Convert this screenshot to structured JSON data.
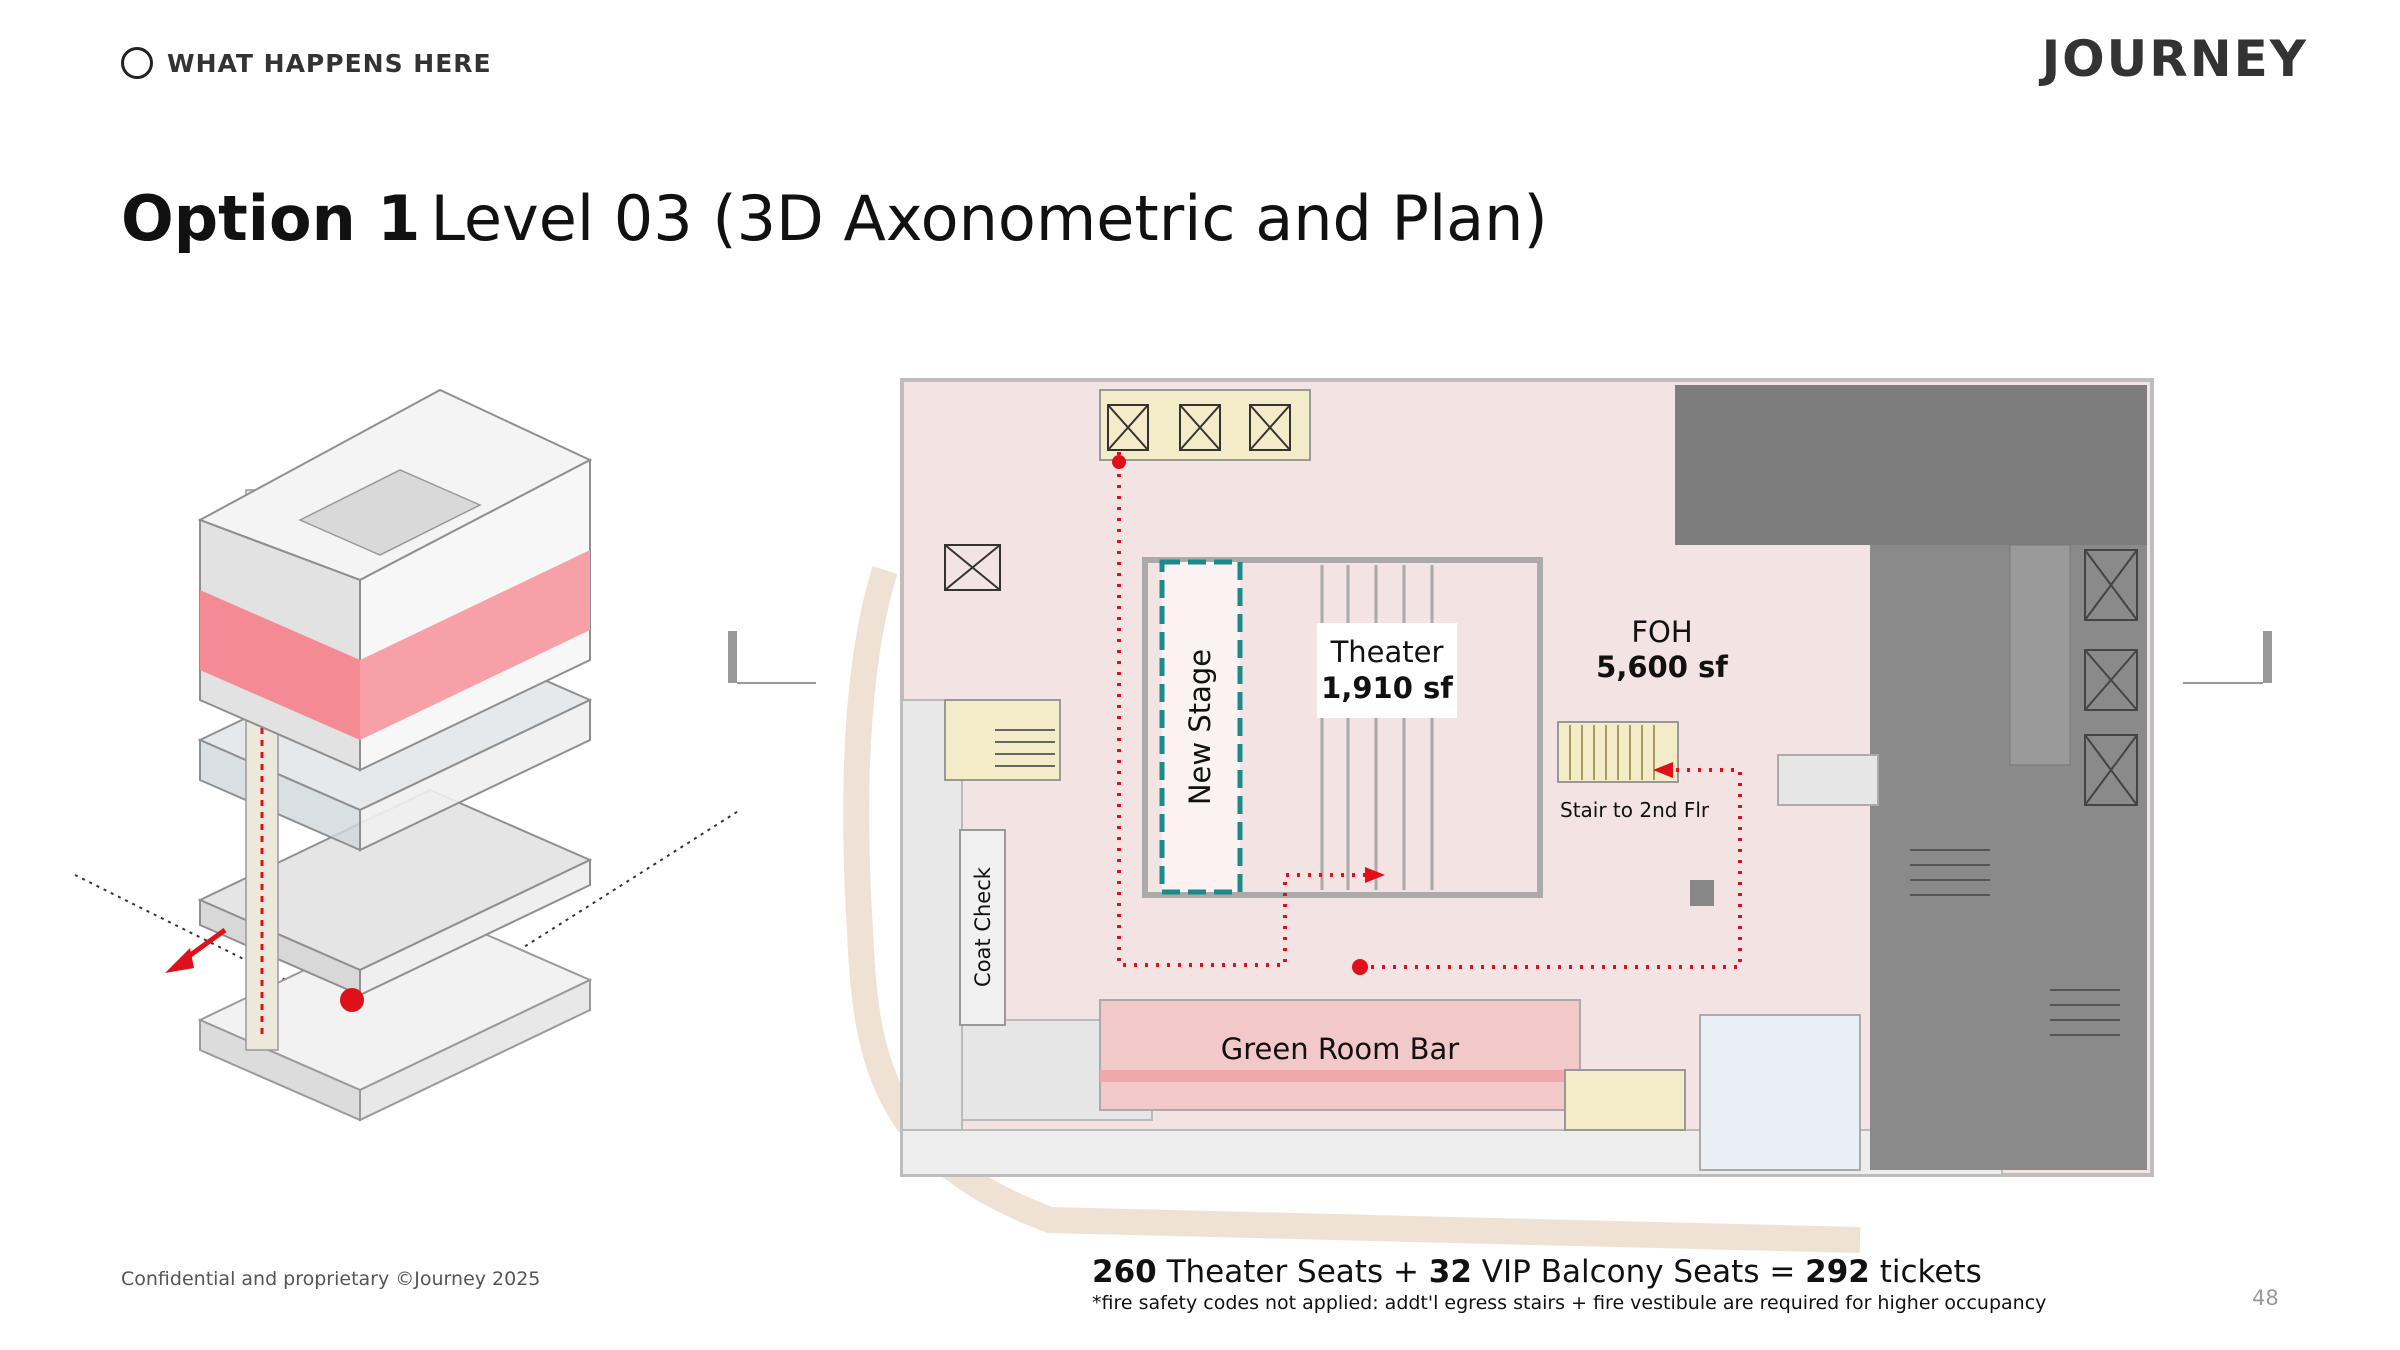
{
  "header": {
    "section": "WHAT HAPPENS HERE",
    "logo": "JOURNEY"
  },
  "title": {
    "strong": "Option 1",
    "rest": "Level 03 (3D Axonometric and Plan)"
  },
  "plan": {
    "new_stage": "New Stage",
    "theater_name": "Theater",
    "theater_area": "1,910 sf",
    "foh_name": "FOH",
    "foh_area": "5,600 sf",
    "stair_label": "Stair to 2nd Flr",
    "coat_check": "Coat Check",
    "green_room_bar": "Green Room Bar"
  },
  "seats": {
    "theater_count": "260",
    "theater_text": "Theater Seats +",
    "vip_count": "32",
    "vip_text": "VIP Balcony Seats =",
    "total_count": "292",
    "total_text": "tickets"
  },
  "disclaimer": "*fire safety codes not applied: addt'l egress stairs + fire vestibule are required for higher occupancy",
  "footer": {
    "confidential": "Confidential and proprietary ©Journey 2025",
    "page_number": "48"
  },
  "colors": {
    "accent_red": "#e0101a",
    "plan_pink": "#f3e3e3",
    "highlight_pink": "#f48a94",
    "stage_teal": "#1a8a8a",
    "stair_tan": "#f4ecc8",
    "dark_gray": "#7a7a7a"
  }
}
